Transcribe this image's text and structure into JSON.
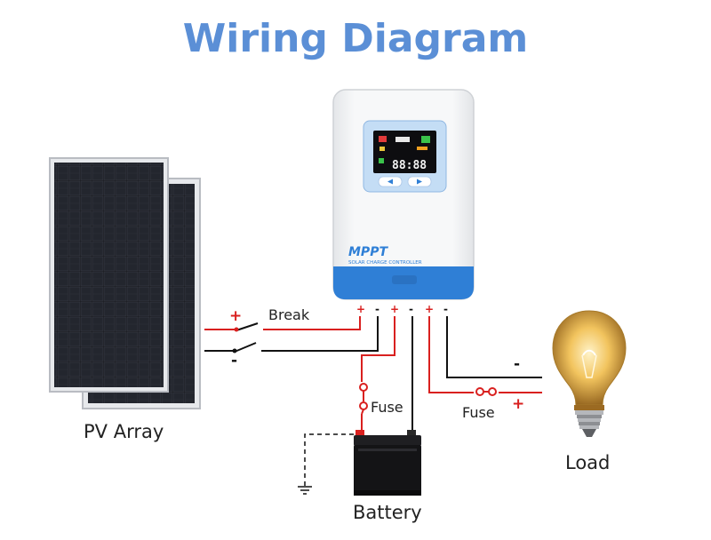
{
  "title": "Wiring Diagram",
  "controller": {
    "brand": "MPPT",
    "subtitle": "SOLAR CHARGE CONTROLLER",
    "display": "88:88"
  },
  "terminals": [
    "+",
    "-",
    "+",
    "-",
    "+",
    "-"
  ],
  "labels": {
    "pv_array": "PV Array",
    "battery": "Battery",
    "load": "Load",
    "break": "Break",
    "fuse_battery": "Fuse",
    "fuse_load": "Fuse"
  },
  "polarity": {
    "pv_plus": "+",
    "pv_minus": "-",
    "load_minus": "-",
    "load_plus": "+"
  },
  "colors": {
    "title": "#5b8fd6",
    "positive_wire": "#d9201f",
    "negative_wire": "#111111",
    "accent_blue": "#3a7ed4"
  }
}
